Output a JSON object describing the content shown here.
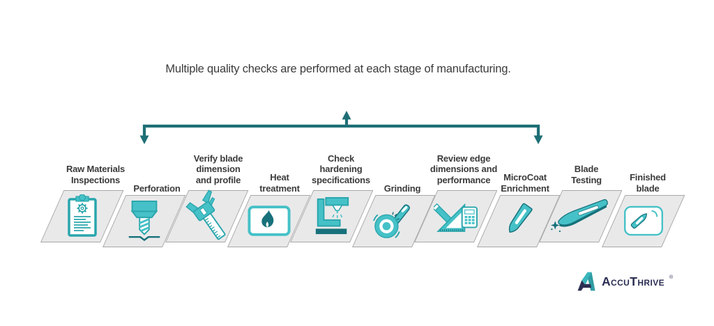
{
  "title": "Multiple quality checks are performed at each stage of manufacturing.",
  "stages": [
    {
      "id": "raw-materials-inspections",
      "label": "Raw Materials\nInspections",
      "icon": "clipboard-icon"
    },
    {
      "id": "perforation",
      "label": "Perforation",
      "icon": "punch-icon"
    },
    {
      "id": "verify-blade-dimension",
      "label": "Verify blade\ndimension\nand profile",
      "icon": "caliper-icon"
    },
    {
      "id": "heat-treatment",
      "label": "Heat\ntreatment",
      "icon": "flame-icon"
    },
    {
      "id": "check-hardening-specifications",
      "label": "Check\nhardening\nspecifications",
      "icon": "press-icon"
    },
    {
      "id": "grinding",
      "label": "Grinding",
      "icon": "grinding-wheel-icon"
    },
    {
      "id": "review-edge-dimensions",
      "label": "Review edge\ndimensions and\nperformance",
      "icon": "measuring-tools-icon"
    },
    {
      "id": "microcoat-enrichment",
      "label": "MicroCoat\nEnrichment",
      "icon": "coated-blade-icon"
    },
    {
      "id": "blade-testing",
      "label": "Blade\nTesting",
      "icon": "blade-sparkle-icon"
    },
    {
      "id": "finished-blade",
      "label": "Finished\nblade",
      "icon": "boxed-blade-icon"
    }
  ],
  "logo": {
    "brand": "AccuThrive",
    "registered_mark": "®"
  },
  "colors": {
    "teal": "#45c1c7",
    "teal_border": "#2aa6ac",
    "dark_teal": "#17717a",
    "bracket": "#1e6f75",
    "panel_fill": "#e9e9ea",
    "panel_border": "#a8a8a8",
    "text": "#3b3b3b",
    "logo_navy": "#2b2e52"
  }
}
